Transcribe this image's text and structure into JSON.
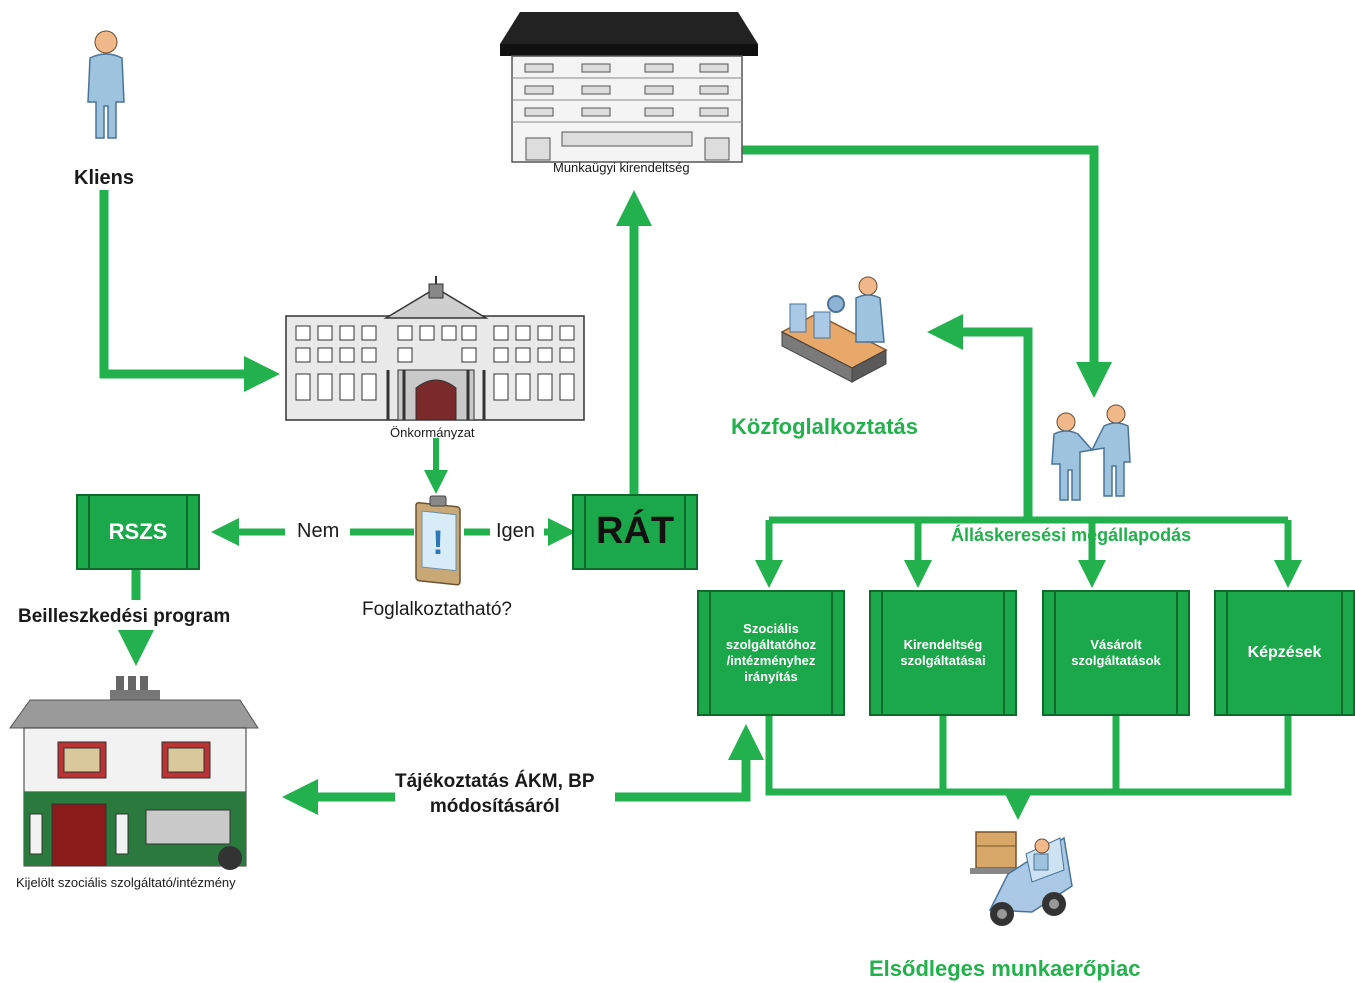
{
  "colors": {
    "arrow": "#22b14c",
    "box_fill": "#1ba84a",
    "box_border": "#0f6b2c",
    "title_green": "#22b14c"
  },
  "icons": {
    "client": "person-icon",
    "labor_office": "office-building-icon",
    "municipality": "town-hall-icon",
    "decision": "clipboard-alert-icon",
    "public_work": "factory-worker-icon",
    "agreement": "handshake-icon",
    "service_provider": "house-icon",
    "labor_market": "forklift-icon"
  },
  "labels": {
    "client": "Kliens",
    "labor_office": "Munkaügyi kirendeltség",
    "municipality": "Önkormányzat",
    "decision_question": "Foglalkoztatható?",
    "no": "Nem",
    "yes": "Igen",
    "integration_program": "Beilleszkedési program",
    "service_provider": "Kijelölt szociális szolgáltató/intézmény",
    "information": "Tájékoztatás ÁKM, BP\nmódosításáról",
    "public_work": "Közfoglalkoztatás",
    "agreement": "Álláskeresési megállapodás",
    "primary_market": "Elsődleges munkaerőpiac"
  },
  "boxes": {
    "rszs": "RSZS",
    "rat": "RÁT",
    "social": "Szociális\nszolgáltatóhoz\n/intézményhez\nirányítás",
    "office_services": "Kirendeltség\nszolgáltatásai",
    "purchased": "Vásárolt\nszolgáltatások",
    "trainings": "Képzések"
  }
}
